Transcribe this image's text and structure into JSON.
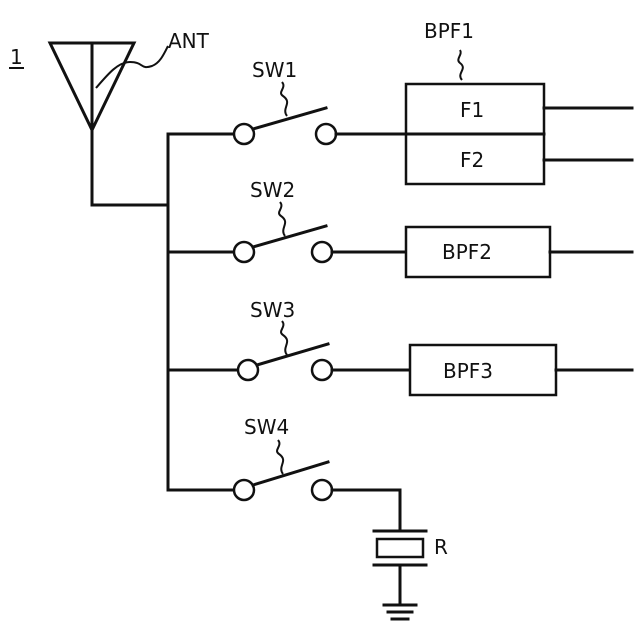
{
  "figure": {
    "ref_numeral": "1",
    "antenna_label": "ANT",
    "switches": [
      {
        "label": "SW1"
      },
      {
        "label": "SW2"
      },
      {
        "label": "SW3"
      },
      {
        "label": "SW4"
      }
    ],
    "bpf1": {
      "label": "BPF1",
      "sub_filters": [
        "F1",
        "F2"
      ]
    },
    "bpf2": {
      "label": "BPF2"
    },
    "bpf3": {
      "label": "BPF3"
    },
    "resonator_label": "R"
  }
}
